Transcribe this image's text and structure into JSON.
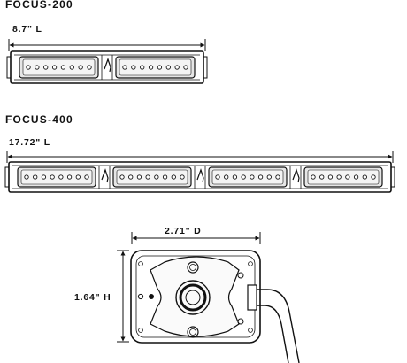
{
  "products": [
    {
      "model": "FOCUS-200",
      "length_label": "8.7\" L",
      "modules": 2
    },
    {
      "model": "FOCUS-400",
      "length_label": "17.72\" L",
      "modules": 4
    }
  ],
  "end_view": {
    "depth_label": "2.71\" D",
    "height_label": "1.64\" H"
  },
  "colors": {
    "line": "#111111",
    "housing": "#ffffff",
    "lens": "#e6e6e6"
  }
}
